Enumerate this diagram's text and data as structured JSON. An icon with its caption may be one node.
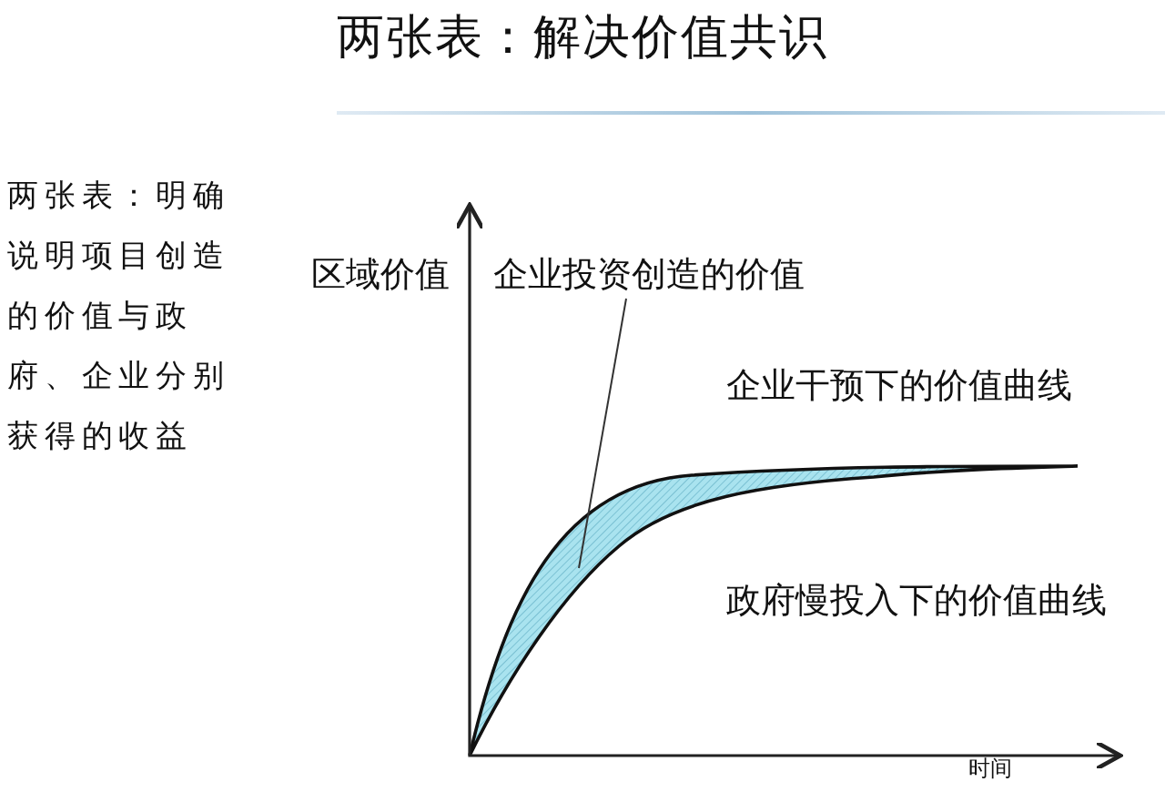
{
  "diagram": {
    "title": "两张表：解决价值共识",
    "nodes": [
      {
        "text": [
          "企业投资创造的价值"
        ]
      },
      {
        "text": [],
        "shape": "band"
      }
    ],
    "edges": [
      {
        "from": 0,
        "to": 1,
        "arrow": "none"
      }
    ],
    "labels": [
      "两张表：明确说明项目创造的价值与政府、企业分别获得的收益",
      "区域价值",
      "企业干预下的价值曲线",
      "政府慢投入下的价值曲线",
      "时间"
    ]
  }
}
